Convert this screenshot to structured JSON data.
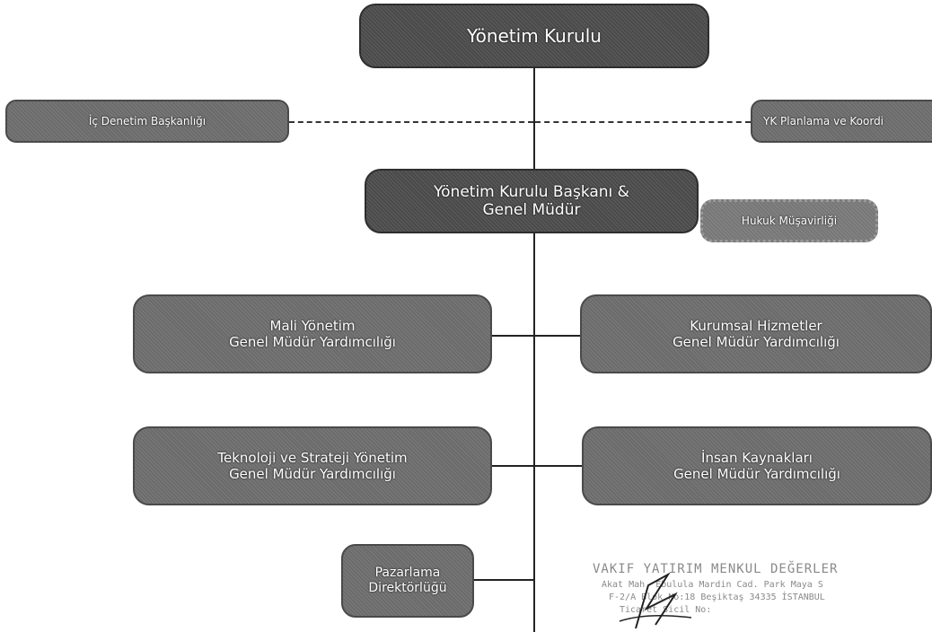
{
  "chart": {
    "board": "Yönetim Kurulu",
    "internal_audit": "İç Denetim Başkanlığı",
    "board_planning": "YK Planlama ve Koordi",
    "ceo_line1": "Yönetim Kurulu Başkanı &",
    "ceo_line2": "Genel Müdür",
    "legal": "Hukuk Müşavirliği",
    "finance_line1": "Mali Yönetim",
    "finance_line2": "Genel Müdür Yardımcılığı",
    "corporate_line1": "Kurumsal Hizmetler",
    "corporate_line2": "Genel Müdür Yardımcılığı",
    "tech_line1": "Teknoloji ve Strateji Yönetim",
    "tech_line2": "Genel Müdür Yardımcılığı",
    "hr_line1": "İnsan Kaynakları",
    "hr_line2": "Genel Müdür Yardımcılığı",
    "marketing_line1": "Pazarlama",
    "marketing_line2": "Direktörlüğü"
  },
  "stamp": {
    "line1": "VAKIF YATIRIM MENKUL DEĞERLER",
    "line2": "Akat Mah. Ebulula Mardin Cad. Park Maya S",
    "line3": "F-2/A Blok No:18 Beşiktaş 34335 İSTANBUL",
    "line4": "Ticaret Sicil No:"
  },
  "colors": {
    "box_dark": "#4a4a4a",
    "box_light": "#6b6b6b",
    "connector": "#222222"
  }
}
